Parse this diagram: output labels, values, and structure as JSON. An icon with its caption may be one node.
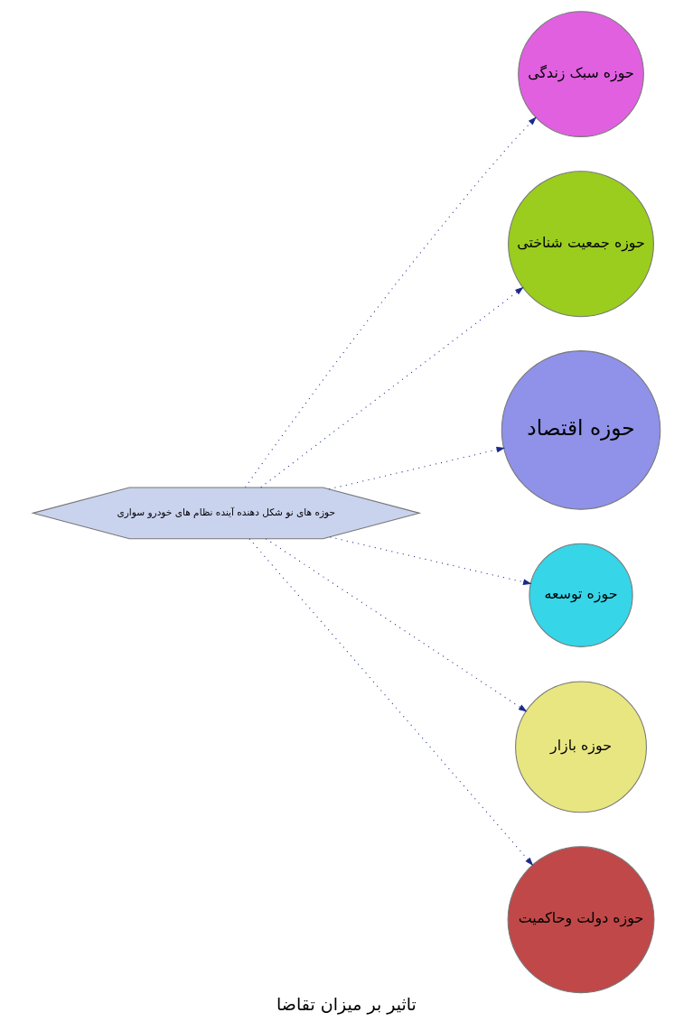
{
  "diagram": {
    "caption": "تاثیر بر میزان تقاضا",
    "nodes": [
      {
        "text": [
          "حوزه های نو شکل دهنده آینده نظام های خودرو سواری"
        ]
      },
      {
        "text": [
          "حوزه سبک زندگی"
        ]
      },
      {
        "text": [
          "حوزه جمعیت شناختی"
        ]
      },
      {
        "text": [
          "حوزه اقتصاد"
        ]
      },
      {
        "text": [
          "حوزه توسعه"
        ]
      },
      {
        "text": [
          "حوزه بازار"
        ]
      },
      {
        "text": [
          "حوزه دولت وحاکمیت"
        ]
      }
    ],
    "edges": [
      {
        "from": 0,
        "to": 1,
        "arrow": "to",
        "style": "dashed"
      },
      {
        "from": 0,
        "to": 2,
        "arrow": "to",
        "style": "dashed"
      },
      {
        "from": 0,
        "to": 3,
        "arrow": "to",
        "style": "dashed"
      },
      {
        "from": 0,
        "to": 4,
        "arrow": "to",
        "style": "dashed"
      },
      {
        "from": 0,
        "to": 5,
        "arrow": "to",
        "style": "dashed"
      },
      {
        "from": 0,
        "to": 6,
        "arrow": "to",
        "style": "dashed"
      }
    ]
  }
}
